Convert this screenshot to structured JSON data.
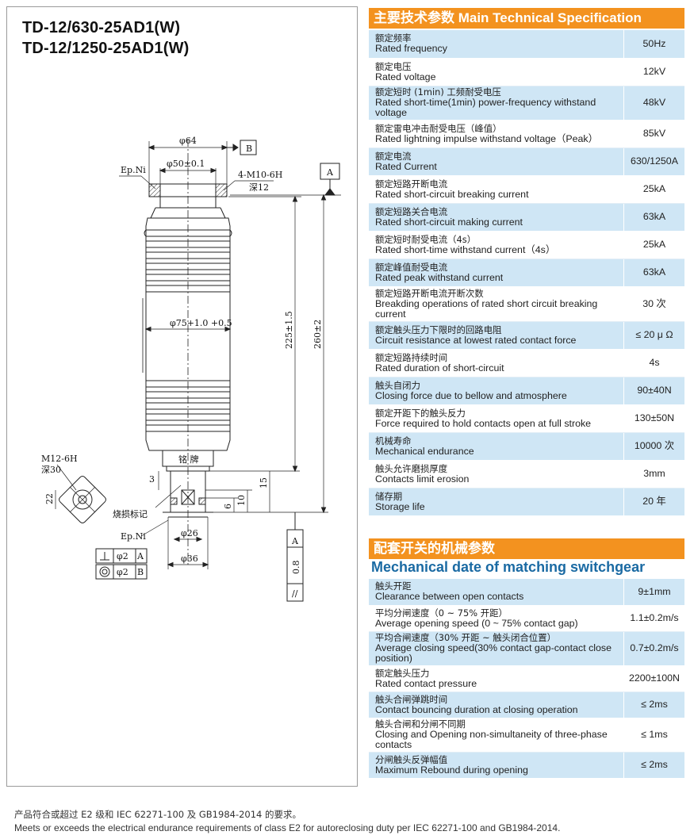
{
  "models": [
    "TD-12/630-25AD1(W)",
    "TD-12/1250-25AD1(W)"
  ],
  "drawing": {
    "dim_phi64": "φ64",
    "dim_phi50": "φ50±0.1",
    "datum_b": "B",
    "datum_a": "A",
    "ep_ni_top": "Ep.Ni",
    "thread_top": "4-M10-6H",
    "depth_12": "深12",
    "dim_phi75": "φ75+1.0 +0.5",
    "dim_225": "225±1.5",
    "dim_260": "260±2",
    "nameplate": "铭 牌",
    "thread_bottom": "M12-6H",
    "depth_30": "深30",
    "dim_22": "22",
    "dim_3": "3",
    "dim_15": "15",
    "dim_10": "10",
    "dim_6": "6",
    "wear_mark": "烧损标记",
    "ep_ni_bottom": "Ep.Ni",
    "dim_phi26": "φ26",
    "dim_phi36": "φ36",
    "parallel_08": "0.8",
    "tol_perp": "φ2",
    "tol_conc": "φ2",
    "tol_a": "A",
    "tol_b": "B"
  },
  "spec": {
    "title": "主要技术参数 Main Technical Specification",
    "rows": [
      {
        "zh": "额定频率",
        "en": "Rated frequency",
        "value": "50Hz"
      },
      {
        "zh": "额定电压",
        "en": "Rated voltage",
        "value": "12kV"
      },
      {
        "zh": "额定短时 (1min) 工频耐受电压",
        "en": "Rated short-time(1min) power-frequency withstand voltage",
        "value": "48kV"
      },
      {
        "zh": "额定雷电冲击耐受电压（峰值）",
        "en": "Rated lightning impulse withstand voltage（Peak）",
        "value": "85kV"
      },
      {
        "zh": "额定电流",
        "en": "Rated Current",
        "value": "630/1250A"
      },
      {
        "zh": "额定短路开断电流",
        "en": "Rated short-circuit breaking current",
        "value": "25kA"
      },
      {
        "zh": "额定短路关合电流",
        "en": "Rated short-circuit making current",
        "value": "63kA"
      },
      {
        "zh": "额定短时耐受电流（4s）",
        "en": "Rated short-time withstand current（4s）",
        "value": "25kA"
      },
      {
        "zh": "额定峰值耐受电流",
        "en": "Rated peak withstand current",
        "value": "63kA"
      },
      {
        "zh": "额定短路开断电流开断次数",
        "en": "Breakding operations of rated short circuit breaking current",
        "value": "30 次"
      },
      {
        "zh": "额定触头压力下限时的回路电阻",
        "en": "Circuit resistance at lowest rated contact force",
        "value": "≤ 20 μ Ω"
      },
      {
        "zh": "额定短路持续时间",
        "en": "Rated duration of short-circuit",
        "value": "4s"
      },
      {
        "zh": "触头自闭力",
        "en": "Closing force due to bellow and atmosphere",
        "value": "90±40N"
      },
      {
        "zh": "额定开距下的触头反力",
        "en": "Force required to hold contacts open at full stroke",
        "value": "130±50N"
      },
      {
        "zh": "机械寿命",
        "en": "Mechanical endurance",
        "value": "10000 次"
      },
      {
        "zh": "触头允许磨损厚度",
        "en": "Contacts limit erosion",
        "value": "3mm"
      },
      {
        "zh": "储存期",
        "en": "Storage life",
        "value": "20 年"
      }
    ]
  },
  "mech": {
    "title": "配套开关的机械参数",
    "subtitle": "Mechanical date of matching switchgear",
    "rows": [
      {
        "zh": "触头开距",
        "en": "Clearance between open contacts",
        "value": "9±1mm"
      },
      {
        "zh": "平均分闸速度（0 ~ 75% 开距）",
        "en": "Average opening speed (0 ~ 75% contact gap)",
        "value": "1.1±0.2m/s"
      },
      {
        "zh": "平均合闸速度（30% 开距 ~ 触头闭合位置）",
        "en": "Average closing speed(30% contact gap-contact close position)",
        "value": "0.7±0.2m/s"
      },
      {
        "zh": "额定触头压力",
        "en": "Rated contact pressure",
        "value": "2200±100N"
      },
      {
        "zh": "触头合闸弹跳时间",
        "en": "Contact bouncing duration at closing operation",
        "value": "≤ 2ms"
      },
      {
        "zh": "触头合闸和分闸不同期",
        "en": "Closing and Opening non-simultaneity of three-phase contacts",
        "value": "≤ 1ms"
      },
      {
        "zh": "分闸触头反弹幅值",
        "en": "Maximum Rebound during opening",
        "value": "≤ 2ms"
      }
    ]
  },
  "footer": {
    "zh": "产品符合或超过 E2 级和 IEC 62271-100 及 GB1984-2014 的要求。",
    "en": "Meets or exceeds the electrical endurance requirements of class E2 for autoreclosing duty per IEC 62271-100 and GB1984-2014."
  },
  "colors": {
    "orange": "#f3921f",
    "light_blue": "#cfe6f5",
    "blue_text": "#1a6aa3"
  }
}
